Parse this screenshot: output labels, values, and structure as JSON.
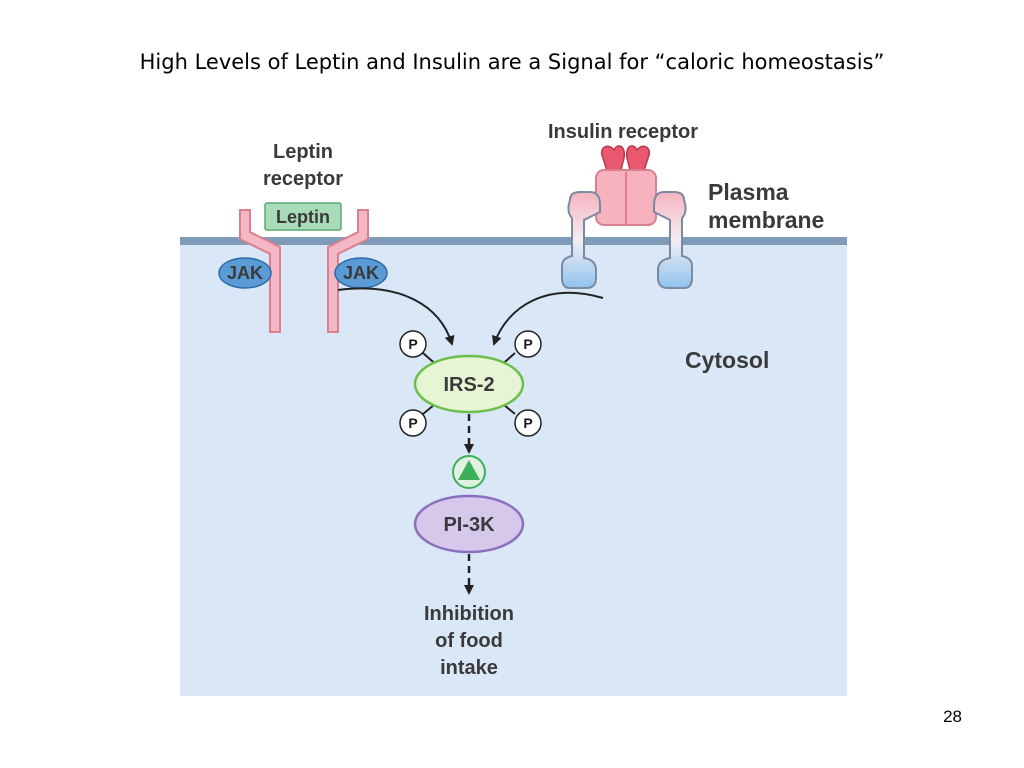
{
  "slide": {
    "title": "High Levels of Leptin and Insulin are a Signal for “caloric homeostasis”",
    "number": "28"
  },
  "diagram": {
    "leptin_receptor_label_line1": "Leptin",
    "leptin_receptor_label_line2": "receptor",
    "leptin_label": "Leptin",
    "insulin_receptor_label": "Insulin receptor",
    "plasma_membrane_line1": "Plasma",
    "plasma_membrane_line2": "membrane",
    "cytosol_label": "Cytosol",
    "jak_left": "JAK",
    "jak_right": "JAK",
    "irs2_label": "IRS-2",
    "phosphate_label": "P",
    "pi3k_label": "PI-3K",
    "outcome_line1": "Inhibition",
    "outcome_line2": "of food",
    "outcome_line3": "intake"
  },
  "colors": {
    "cytosol_bg": "#dae7f7",
    "membrane": "#7f9bb8",
    "leptin_receptor": "#f4b8c4",
    "leptin_box": "#a8dcb8",
    "jak": "#5b9bd5",
    "irs2": "#e6f5d4",
    "pi3k": "#d5c8ea",
    "activation": "#3fae5a",
    "insulin_top": "#e8596f"
  }
}
